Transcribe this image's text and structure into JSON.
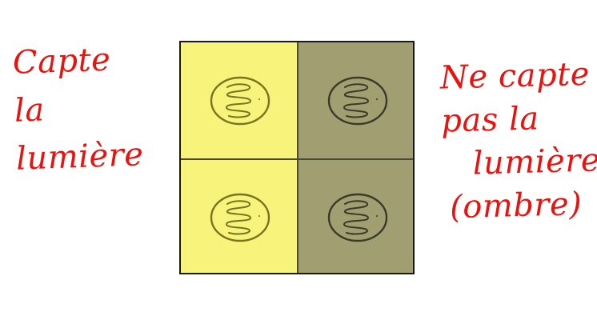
{
  "left_label": {
    "lines": [
      "Capte",
      "la",
      "lumière"
    ]
  },
  "right_label": {
    "lines": [
      "Ne capte",
      "pas la",
      "lumière",
      "(ombre)"
    ]
  },
  "colors": {
    "ink_red": "#e8130f",
    "lit_cell": "#f8f37a",
    "shade_cell": "#a19f72",
    "frame": "#1a1a12",
    "lit_stroke": "#7a7420",
    "shade_stroke": "#3b3a28"
  },
  "grid": {
    "cells": [
      {
        "position": "top-left",
        "state": "lit",
        "icon": "coiled-cell-icon"
      },
      {
        "position": "top-right",
        "state": "shaded",
        "icon": "coiled-cell-icon"
      },
      {
        "position": "bottom-left",
        "state": "lit",
        "icon": "coiled-cell-icon"
      },
      {
        "position": "bottom-right",
        "state": "shaded",
        "icon": "coiled-cell-icon"
      }
    ]
  }
}
